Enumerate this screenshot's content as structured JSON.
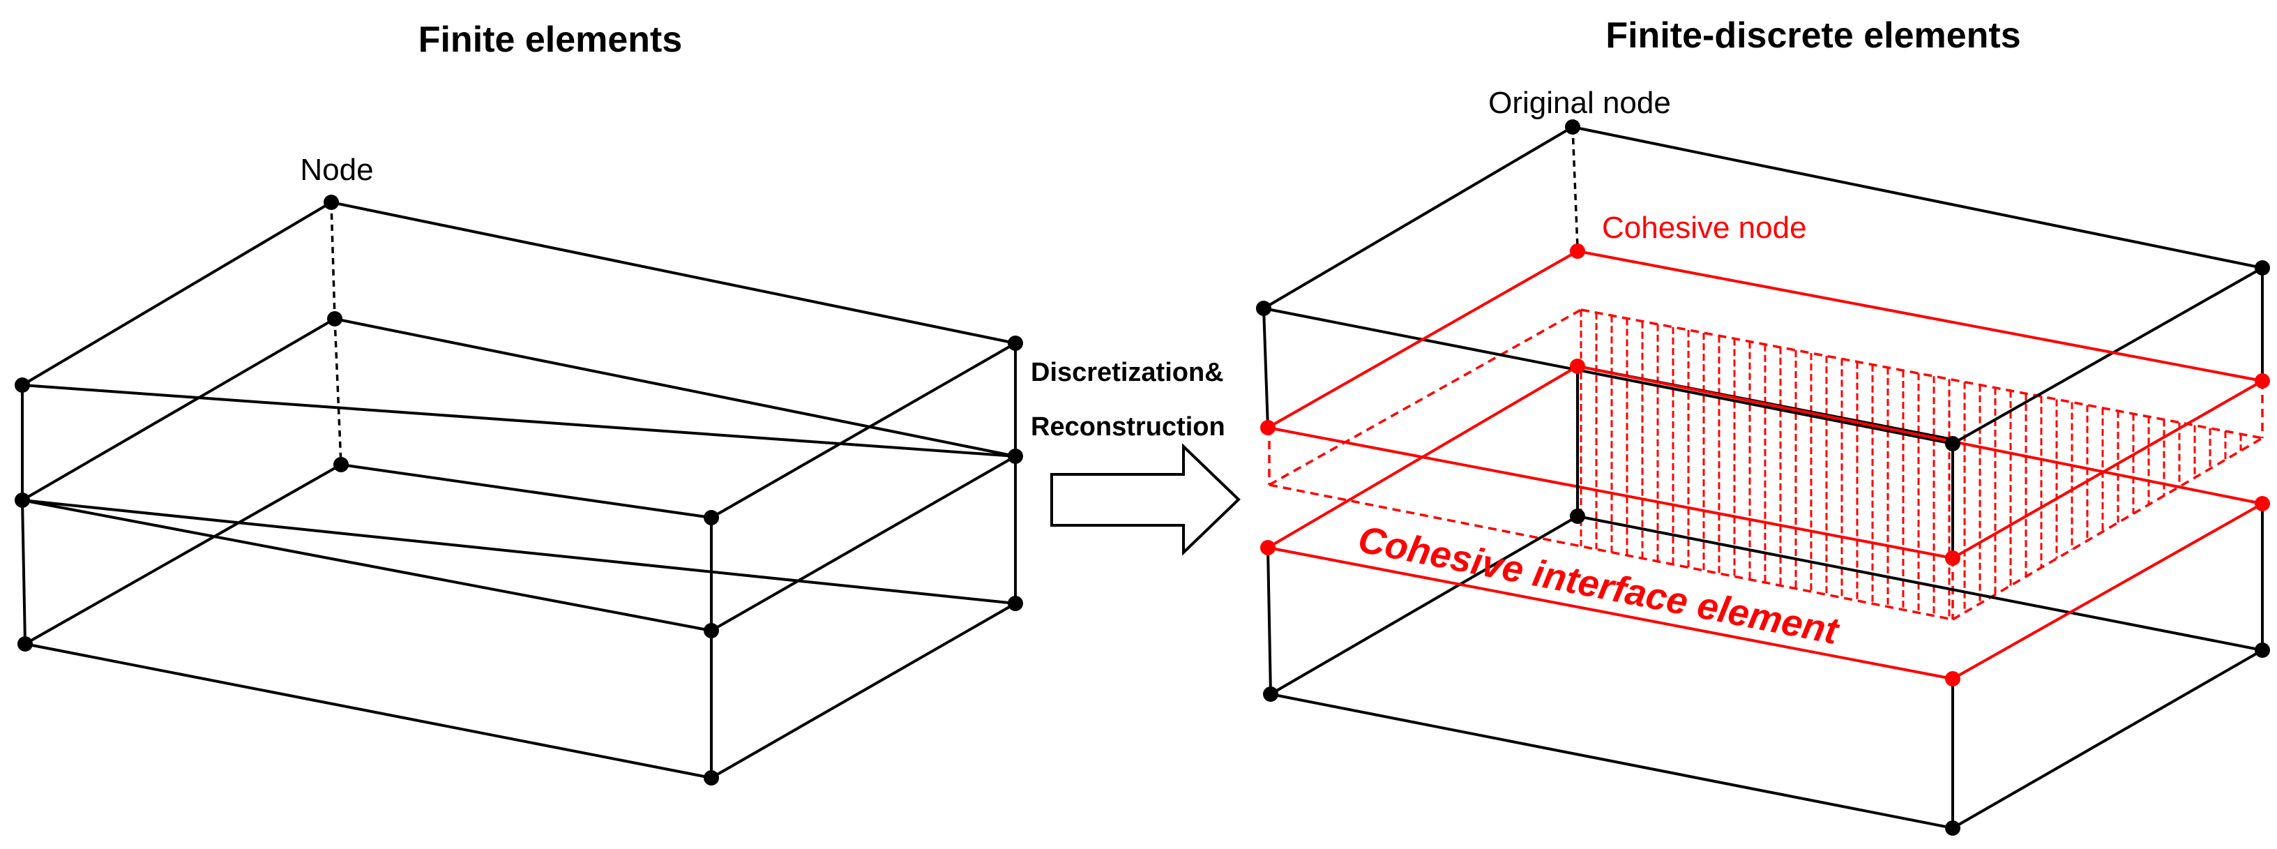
{
  "left_panel": {
    "title": "Finite elements",
    "node_label": "Node"
  },
  "arrow": {
    "label_line1": "Discretization&",
    "label_line2": "Reconstruction"
  },
  "right_panel": {
    "title": "Finite-discrete elements",
    "original_node_label": "Original node",
    "cohesive_node_label": "Cohesive node",
    "cohesive_element_label": "Cohesive interface element"
  },
  "colors": {
    "finite": "#000000",
    "cohesive": "#ff0000"
  }
}
